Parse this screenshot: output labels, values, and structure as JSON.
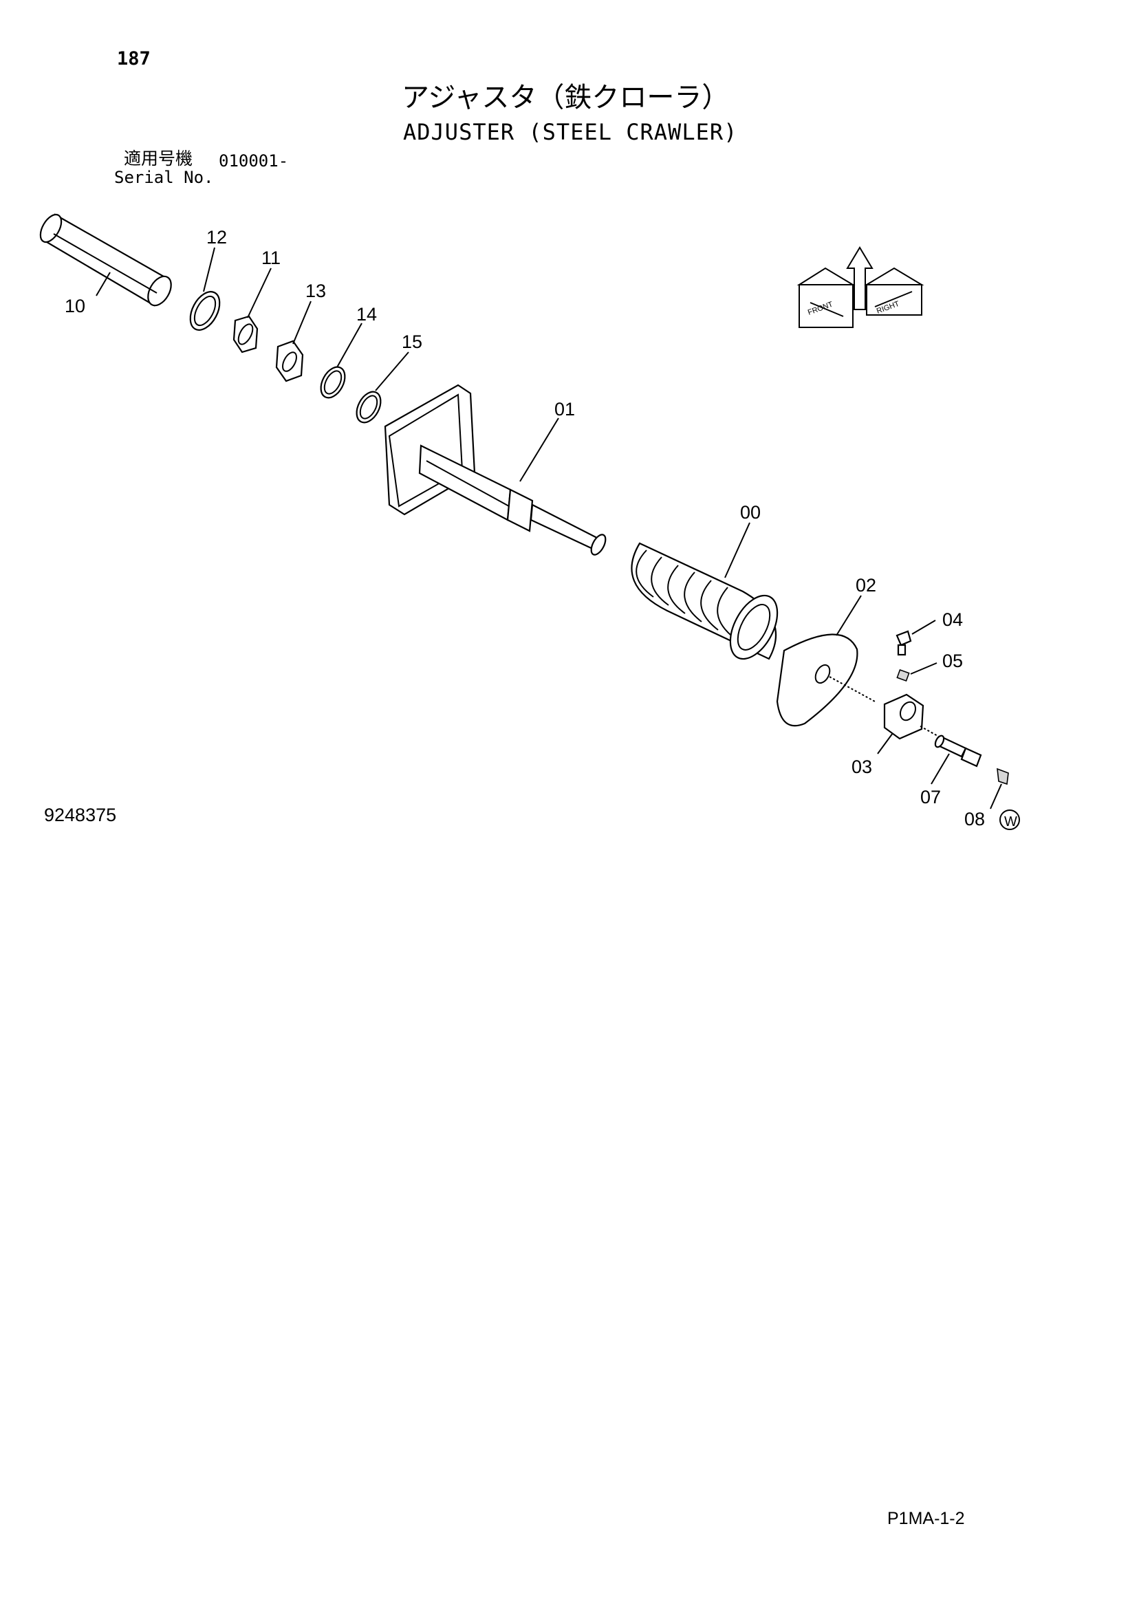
{
  "page": {
    "number": "187",
    "title_jp": "アジャスタ（鉄クローラ）",
    "title_en": "ADJUSTER (STEEL CRAWLER)",
    "serial_label_jp": "適用号機",
    "serial_range": "010001-",
    "serial_label_en": "Serial No.",
    "drawing_number": "9248375",
    "page_code": "P1MA-1-2"
  },
  "orientation_icon": {
    "name": "orientation-arrows-icon",
    "labels": [
      "FRONT",
      "RIGHT"
    ]
  },
  "callouts": [
    {
      "id": "12",
      "label": "12"
    },
    {
      "id": "11",
      "label": "11"
    },
    {
      "id": "10",
      "label": "10"
    },
    {
      "id": "13",
      "label": "13"
    },
    {
      "id": "14",
      "label": "14"
    },
    {
      "id": "15",
      "label": "15"
    },
    {
      "id": "01",
      "label": "01"
    },
    {
      "id": "00",
      "label": "00"
    },
    {
      "id": "02",
      "label": "02"
    },
    {
      "id": "04",
      "label": "04"
    },
    {
      "id": "05",
      "label": "05"
    },
    {
      "id": "03",
      "label": "03"
    },
    {
      "id": "07",
      "label": "07"
    },
    {
      "id": "08",
      "label": "08"
    }
  ],
  "symbols": {
    "w_mark": "W"
  }
}
